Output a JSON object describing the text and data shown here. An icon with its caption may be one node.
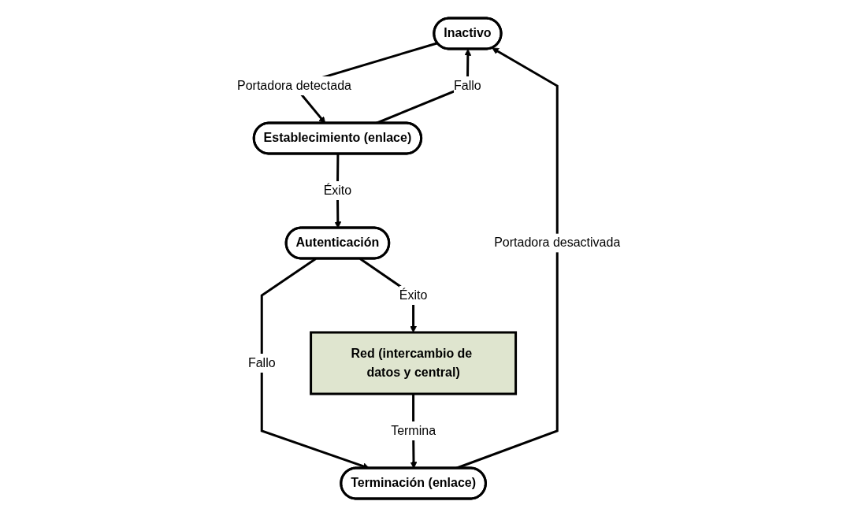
{
  "diagram": {
    "nodes": [
      {
        "text": [
          "Inactivo"
        ]
      },
      {
        "text": [
          "Establecimiento (enlace)"
        ]
      },
      {
        "text": [
          "Terminación (enlace)"
        ]
      },
      {
        "text": [
          "Autenticación"
        ]
      },
      {
        "text": [
          "Red (intercambio de datos y central)"
        ]
      }
    ],
    "edges": [
      {
        "from": 0,
        "to": 1,
        "arrow": "to",
        "label": "Portadora detectada"
      },
      {
        "from": 1,
        "to": 0,
        "arrow": "to",
        "label": "Fallo"
      },
      {
        "from": 1,
        "to": 3,
        "arrow": "to",
        "label": "Éxito"
      },
      {
        "from": 3,
        "to": 2,
        "arrow": "to",
        "label": "Fallo"
      },
      {
        "from": 3,
        "to": 4,
        "arrow": "to",
        "label": "Éxito"
      },
      {
        "from": 4,
        "to": 2,
        "arrow": "to",
        "label": "Termina"
      },
      {
        "from": 2,
        "to": 0,
        "arrow": "to",
        "label": "Portadora desactivada"
      }
    ]
  }
}
